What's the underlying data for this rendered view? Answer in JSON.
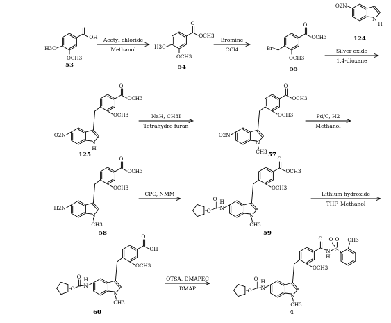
{
  "compounds": [
    {
      "id": "53",
      "labels": [
        "OH",
        "H3C",
        "OCH3"
      ]
    },
    {
      "id": "54",
      "labels": [
        "OCH3",
        "O",
        "H3C",
        "OCH3"
      ]
    },
    {
      "id": "55",
      "labels": [
        "OCH3",
        "O",
        "Br",
        "OCH3"
      ]
    },
    {
      "id": "124",
      "labels": [
        "O2N",
        "N",
        "H"
      ]
    },
    {
      "id": "125",
      "labels": [
        "OCH3",
        "O",
        "O2N",
        "OCH3",
        "N",
        "H"
      ]
    },
    {
      "id": "57",
      "labels": [
        "OCH3",
        "O",
        "O2N",
        "OCH3",
        "N",
        "CH3"
      ]
    },
    {
      "id": "58",
      "labels": [
        "OCH3",
        "O",
        "H2N",
        "OCH3",
        "N",
        "CH3"
      ]
    },
    {
      "id": "59",
      "labels": [
        "OCH3",
        "O",
        "O",
        "O",
        "N",
        "H",
        "OCH3",
        "N",
        "CH3"
      ]
    },
    {
      "id": "60",
      "labels": [
        "OH",
        "O",
        "O",
        "O",
        "N",
        "H",
        "OCH3",
        "N",
        "CH3"
      ]
    },
    {
      "id": "4",
      "labels": [
        "O",
        "N",
        "H",
        "S",
        "O",
        "O",
        "CH3",
        "O",
        "O",
        "N",
        "H",
        "OCH3",
        "N",
        "CH3"
      ]
    }
  ],
  "steps": [
    {
      "above": "Acetyl chloride",
      "below": "Methanol"
    },
    {
      "above": "Bromine",
      "below": "CCl4"
    },
    {
      "above": "Silver oxide",
      "below": "1,4-dioxane"
    },
    {
      "above": "NaH,  CH3I",
      "below": "Tetrahydro furan"
    },
    {
      "above": "Pd/C, H2",
      "below": "Methanol"
    },
    {
      "above": "CPC, NMM",
      "below": ""
    },
    {
      "above": "Lithium hydroxide",
      "below": "THF, Methanol"
    },
    {
      "above": "OTSA, DMAPEC",
      "below": "DMAP"
    }
  ]
}
